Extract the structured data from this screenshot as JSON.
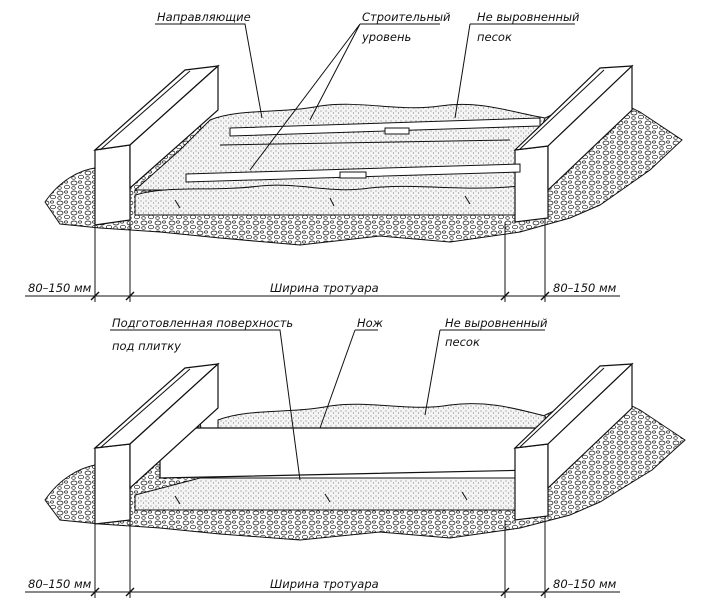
{
  "top": {
    "labels": {
      "guides": "Направляющие",
      "level_line1": "Строительный",
      "level_line2": "уровень",
      "sand_line1": "Не выровненный",
      "sand_line2": "песок"
    },
    "dims": {
      "left": "80–150 мм",
      "center": "Ширина тротуара",
      "right": "80–150 мм"
    }
  },
  "bottom": {
    "labels": {
      "surface_line1": "Подготовленная поверхность",
      "surface_line2": "под плитку",
      "knife": "Нож",
      "sand_line1": "Не выровненный",
      "sand_line2": "песок"
    },
    "dims": {
      "left": "80–150 мм",
      "center": "Ширина тротуара",
      "right": "80–150 мм"
    }
  },
  "colors": {
    "ink": "#111111",
    "sand_fill": "#f2f2f2",
    "background": "#ffffff"
  }
}
